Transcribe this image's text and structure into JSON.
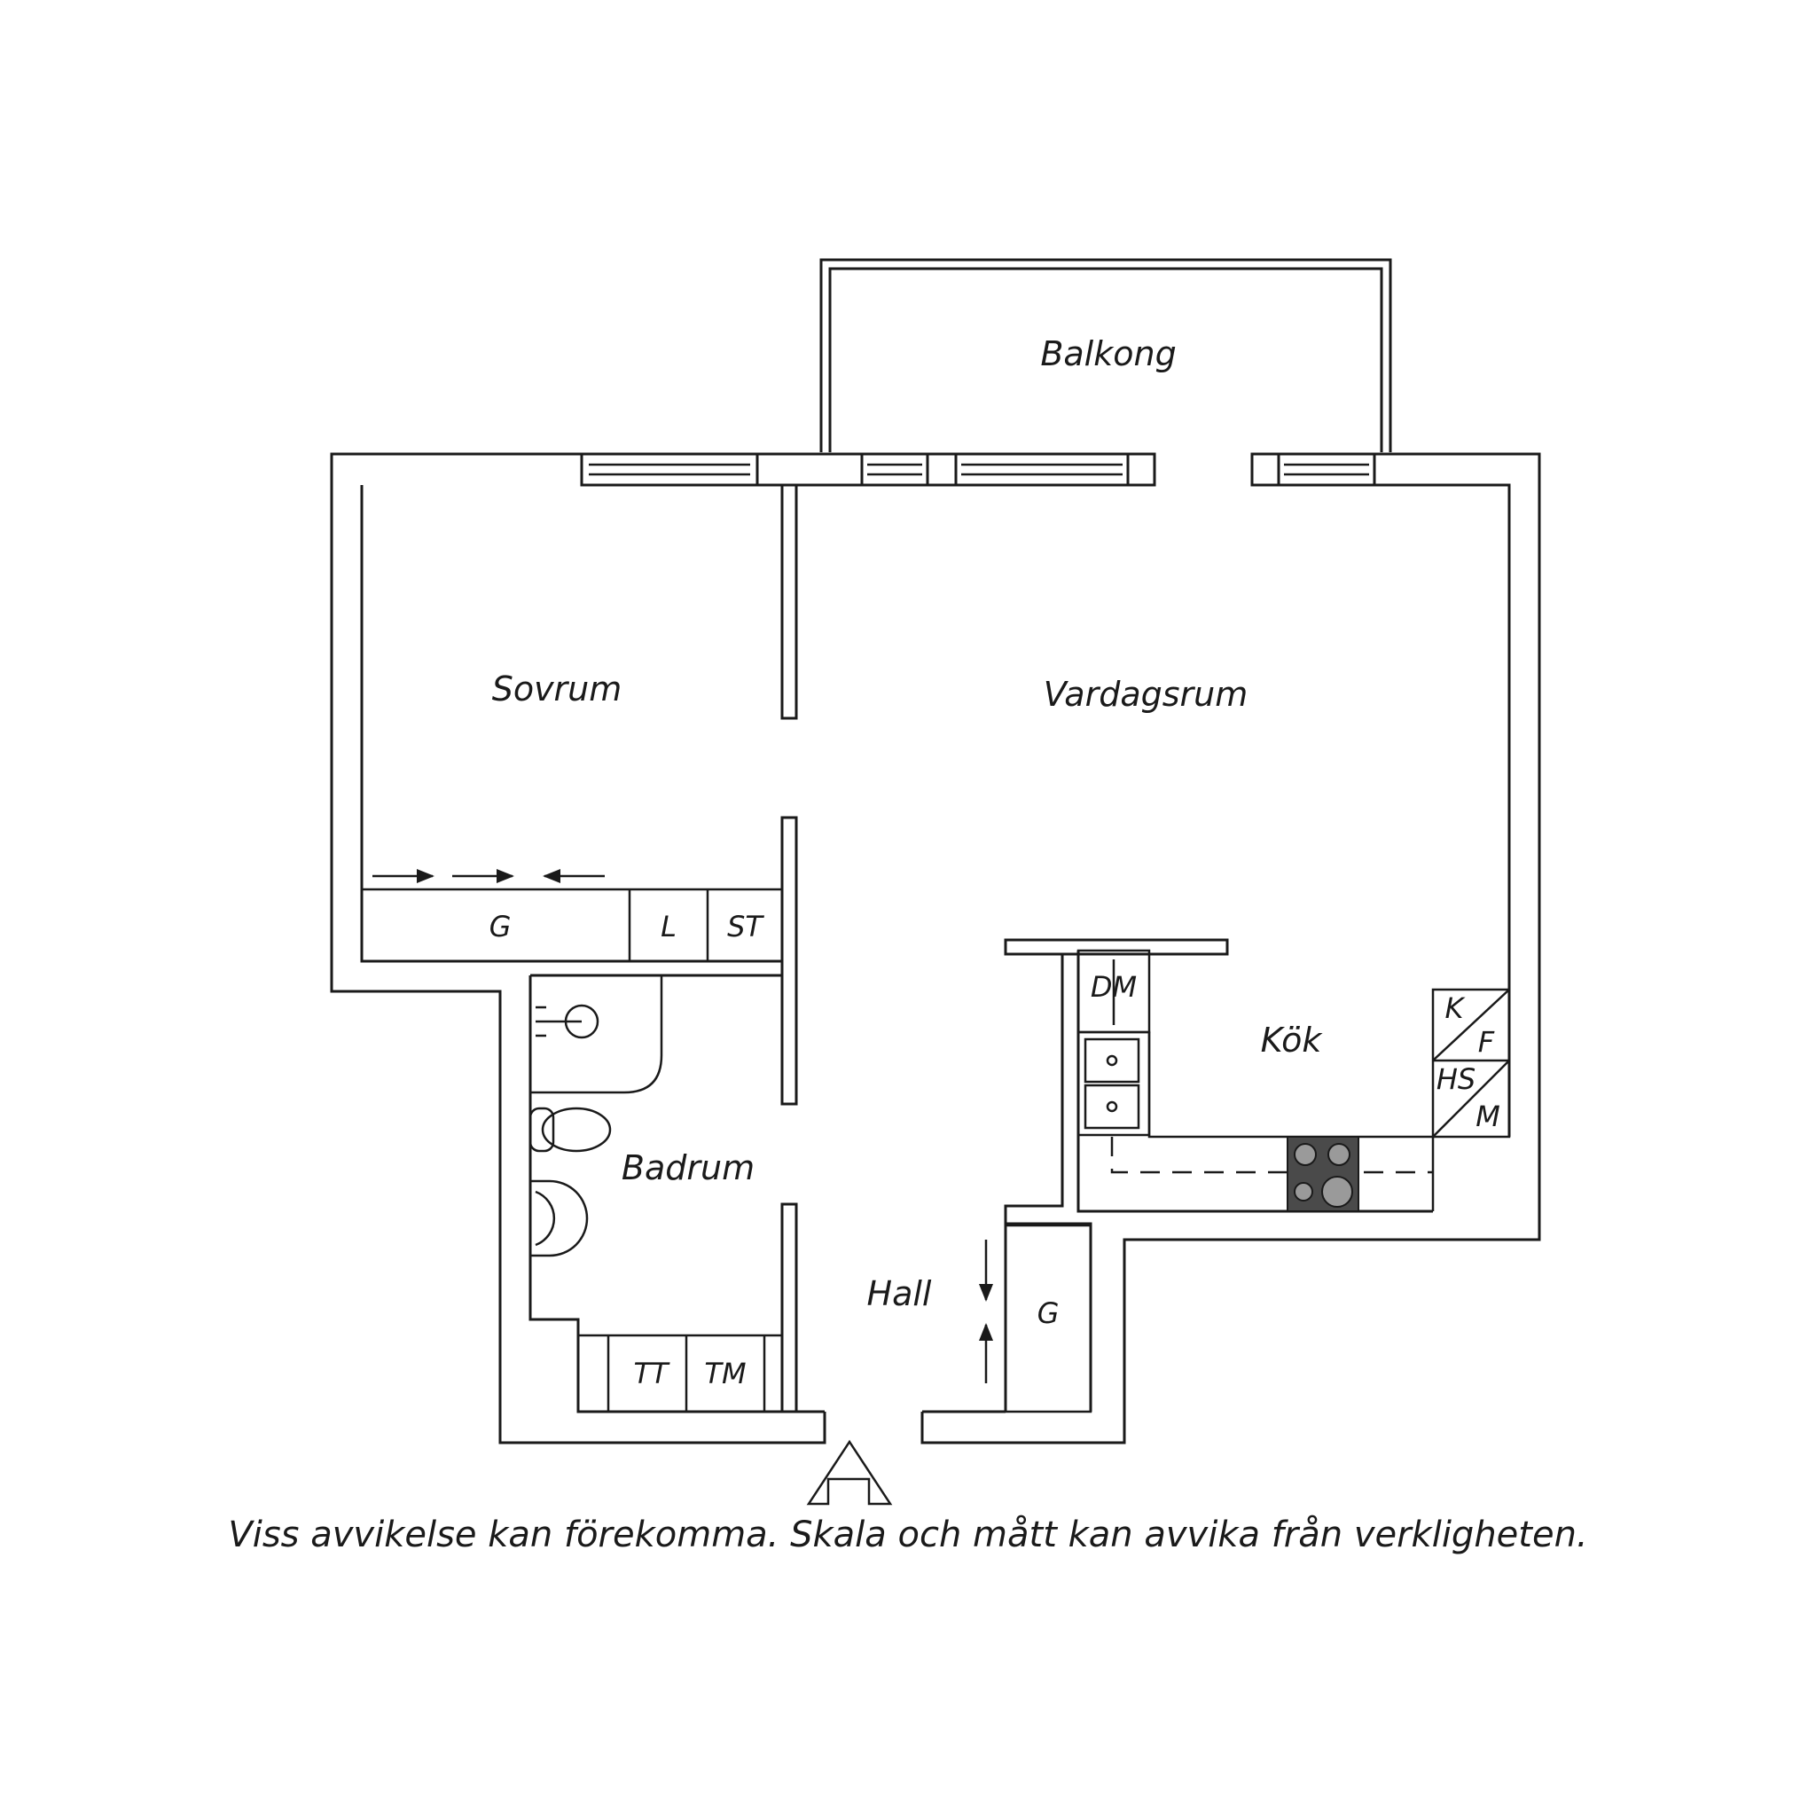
{
  "rooms": {
    "balkong": "Balkong",
    "sovrum": "Sovrum",
    "vardagsrum": "Vardagsrum",
    "kok": "Kök",
    "badrum": "Badrum",
    "hall": "Hall"
  },
  "fixtures": {
    "wardrobe_bedroom": "G",
    "linen": "L",
    "cleaning": "ST",
    "dishwasher": "DM",
    "fridge": "K",
    "freezer": "F",
    "tall_cabinet": "HS",
    "microwave": "M",
    "dryer": "TT",
    "washer": "TM",
    "wardrobe_hall": "G"
  },
  "disclaimer": "Viss avvikelse kan förekomma. Skala och mått kan avvika från verkligheten."
}
